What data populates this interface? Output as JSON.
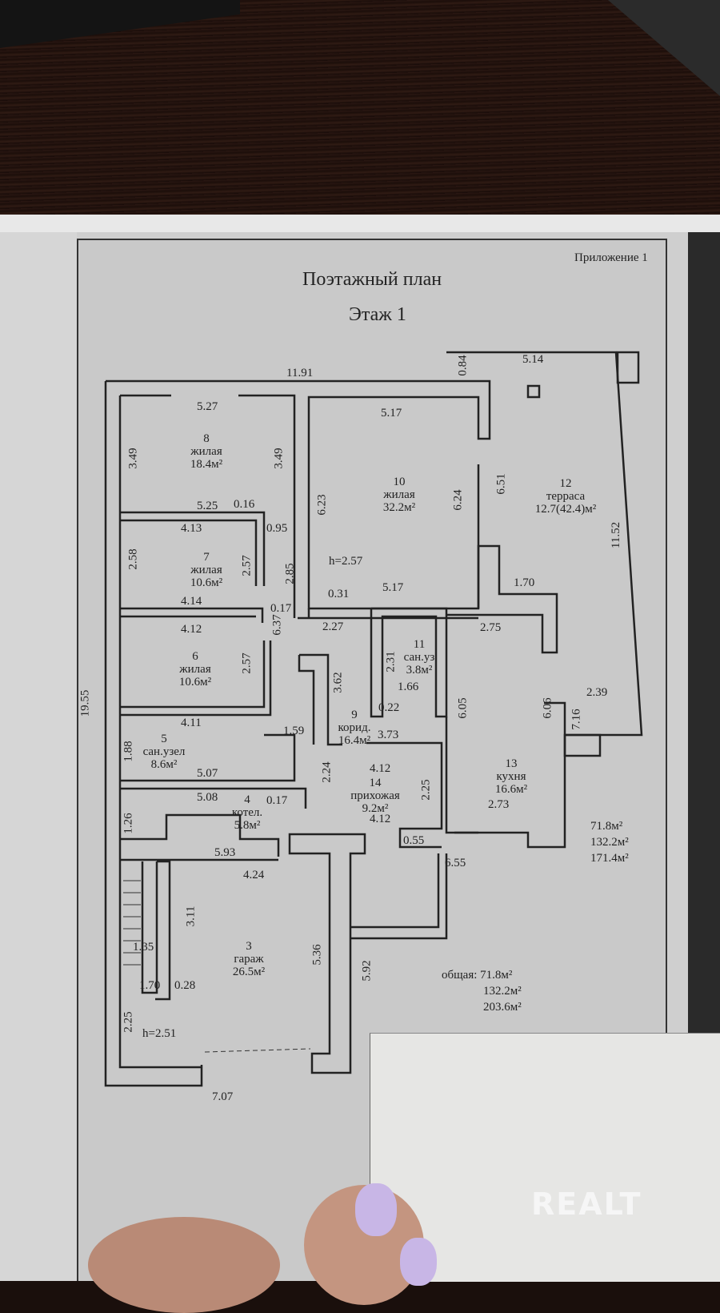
{
  "document": {
    "appendix_label": "Приложение 1",
    "title": "Поэтажный план",
    "subtitle": "Этаж 1"
  },
  "rooms": [
    {
      "number": "3",
      "name": "гараж",
      "area": "26.5м²"
    },
    {
      "number": "4",
      "name": "котел.",
      "area": "5.8м²"
    },
    {
      "number": "5",
      "name": "сан.узел",
      "area": "8.6м²"
    },
    {
      "number": "6",
      "name": "жилая",
      "area": "10.6м²"
    },
    {
      "number": "7",
      "name": "жилая",
      "area": "10.6м²"
    },
    {
      "number": "8",
      "name": "жилая",
      "area": "18.4м²"
    },
    {
      "number": "9",
      "name": "корид.",
      "area": "16.4м²"
    },
    {
      "number": "10",
      "name": "жилая",
      "area": "32.2м²"
    },
    {
      "number": "11",
      "name": "сан.уз",
      "area": "3.8м²"
    },
    {
      "number": "12",
      "name": "терраса",
      "area": "12.7(42.4)м²"
    },
    {
      "number": "13",
      "name": "кухня",
      "area": "16.6м²"
    },
    {
      "number": "14",
      "name": "прихожая",
      "area": "9.2м²"
    }
  ],
  "heights": {
    "main": "h=2.57",
    "garage": "h=2.51"
  },
  "dimensions": {
    "d1191": "11.91",
    "d514": "5.14",
    "d084": "0.84",
    "d527": "5.27",
    "d349a": "3.49",
    "d349b": "3.49",
    "d517a": "5.17",
    "d623": "6.23",
    "d624": "6.24",
    "d651": "6.51",
    "d1152": "11.52",
    "d525": "5.25",
    "d016": "0.16",
    "d095": "0.95",
    "d413": "4.13",
    "d258": "2.58",
    "d257a": "2.57",
    "d285": "2.85",
    "d414": "4.14",
    "d017a": "0.17",
    "d031": "0.31",
    "d517b": "5.17",
    "d227": "2.27",
    "d170a": "1.70",
    "d412a": "4.12",
    "d637": "6.37",
    "d257b": "2.57",
    "d362": "3.62",
    "d275": "2.75",
    "d231": "2.31",
    "d166": "1.66",
    "d022": "0.22",
    "d1955": "19.55",
    "d411": "4.11",
    "d159": "1.59",
    "d605": "6.05",
    "d606": "6.06",
    "d716": "7.16",
    "d239": "2.39",
    "d188": "1.88",
    "d507": "5.07",
    "d373": "3.73",
    "d412b": "4.12",
    "d224": "2.24",
    "d225a": "2.25",
    "d508": "5.08",
    "d017b": "0.17",
    "d126": "1.26",
    "d412c": "4.12",
    "d273": "2.73",
    "d055": "0.55",
    "d593": "5.93",
    "d424": "4.24",
    "d655": "6.55",
    "d311": "3.11",
    "d135": "1.35",
    "d536": "5.36",
    "d592": "5.92",
    "d170b": "1.70",
    "d028": "0.28",
    "d225b": "2.25",
    "d707": "7.07"
  },
  "totals_right": [
    "71.8м²",
    "132.2м²",
    "171.4м²"
  ],
  "totals_bottom": {
    "label": "общая:",
    "values": [
      "71.8м²",
      "132.2м²",
      "203.6м²"
    ]
  },
  "watermark": "REALT"
}
